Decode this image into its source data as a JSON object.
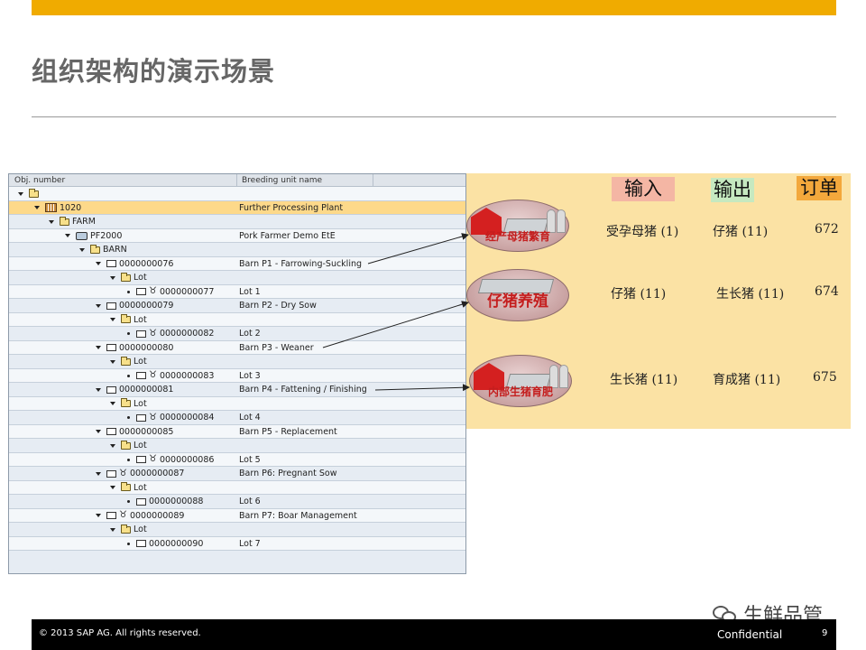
{
  "slide": {
    "title": "组织架构的演示场景"
  },
  "tree": {
    "columns": [
      "Obj. number",
      "Breeding unit name"
    ],
    "rows": [
      {
        "id": "",
        "name": ""
      },
      {
        "id": "1020",
        "name": "Further Processing Plant"
      },
      {
        "id": "FARM",
        "name": ""
      },
      {
        "id": "PF2000",
        "name": "Pork Farmer Demo EtE"
      },
      {
        "id": "BARN",
        "name": ""
      },
      {
        "id": "0000000076",
        "name": "Barn P1 - Farrowing-Suckling"
      },
      {
        "id": "Lot",
        "name": ""
      },
      {
        "id": "0000000077",
        "name": "Lot 1"
      },
      {
        "id": "0000000079",
        "name": "Barn P2 - Dry Sow"
      },
      {
        "id": "Lot",
        "name": ""
      },
      {
        "id": "0000000082",
        "name": "Lot 2"
      },
      {
        "id": "0000000080",
        "name": "Barn P3 - Weaner"
      },
      {
        "id": "Lot",
        "name": ""
      },
      {
        "id": "0000000083",
        "name": "Lot 3"
      },
      {
        "id": "0000000081",
        "name": "Barn P4 - Fattening / Finishing"
      },
      {
        "id": "Lot",
        "name": ""
      },
      {
        "id": "0000000084",
        "name": "Lot 4"
      },
      {
        "id": "0000000085",
        "name": "Barn P5 - Replacement"
      },
      {
        "id": "Lot",
        "name": ""
      },
      {
        "id": "0000000086",
        "name": "Lot 5"
      },
      {
        "id": "0000000087",
        "name": "Barn P6: Pregnant Sow"
      },
      {
        "id": "Lot",
        "name": ""
      },
      {
        "id": "0000000088",
        "name": "Lot 6"
      },
      {
        "id": "0000000089",
        "name": "Barn P7: Boar Management"
      },
      {
        "id": "Lot",
        "name": ""
      },
      {
        "id": "0000000090",
        "name": "Lot 7"
      }
    ]
  },
  "panel": {
    "headers": {
      "input": "输入",
      "output": "输出",
      "order": "订单"
    },
    "badges": [
      "经产母猪繁育",
      "仔猪养殖",
      "内部生猪育肥"
    ],
    "rows": [
      {
        "input": "受孕母猪 (1)",
        "output": "仔猪 (11)",
        "order": "672"
      },
      {
        "input": "仔猪 (11)",
        "output": "生长猪 (11)",
        "order": "674"
      },
      {
        "input": "生长猪 (11)",
        "output": "育成猪 (11)",
        "order": "675"
      }
    ]
  },
  "footer": {
    "copyright": "© 2013 SAP AG. All rights reserved.",
    "confidential": "Confidential",
    "page": "9"
  },
  "watermark": "生鲜品管",
  "colors": {
    "accent_bar": "#f0ab00",
    "panel_bg": "#fbe2a4",
    "selected_row": "#fdd98a"
  }
}
